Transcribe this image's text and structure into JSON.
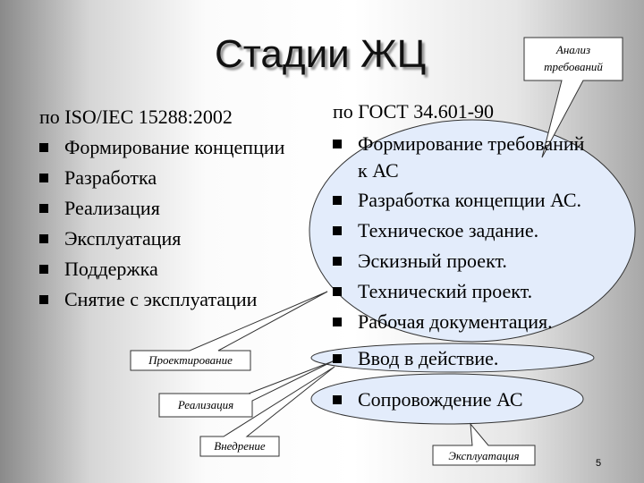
{
  "title": "Стадии ЖЦ",
  "left_column": {
    "heading": "по ISO/IEC 15288:2002",
    "items": [
      "Формирование концепции",
      "Разработка",
      "Реализация",
      "Эксплуатация",
      "Поддержка",
      "Снятие с эксплуатации"
    ]
  },
  "right_column": {
    "heading": "по ГОСТ 34.601-90",
    "items": [
      {
        "line1": "Формирование требований",
        "line2": "к АС"
      },
      "Разработка концепции АС.",
      "Техническое задание.",
      "Эскизный проект.",
      "Технический проект.",
      "Рабочая документация.",
      "Ввод в действие.",
      "Сопровождение АС"
    ]
  },
  "callouts": {
    "analysis": {
      "line1": "Анализ",
      "line2": "требований"
    },
    "design": "Проектирование",
    "implementation": "Реализация",
    "deployment": "Внедрение",
    "operation": "Эксплуатация"
  },
  "page_number": "5",
  "colors": {
    "ellipse_fill": "#e3ecfb",
    "ellipse_stroke": "#333333",
    "bullet": "#000000"
  }
}
